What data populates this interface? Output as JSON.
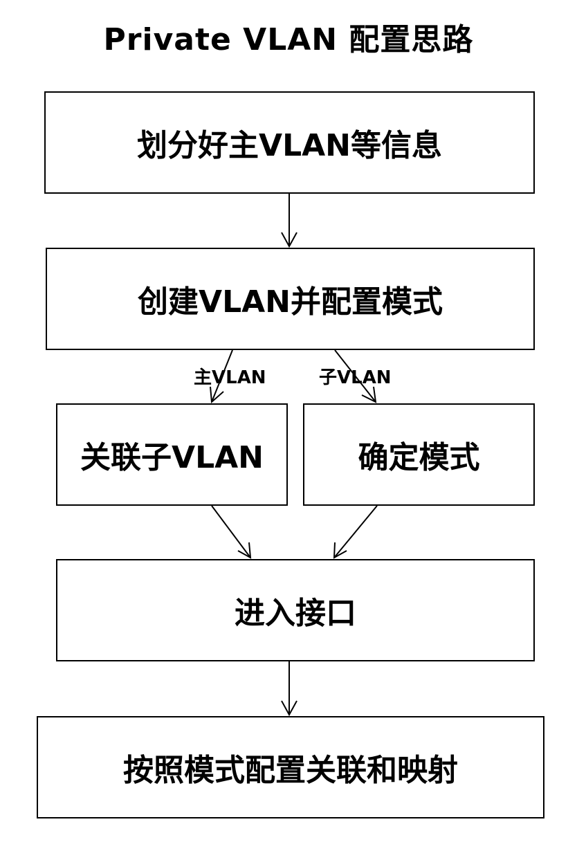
{
  "diagram": {
    "title": "Private VLAN 配置思路",
    "nodes": {
      "step1": "划分好主VLAN等信息",
      "step2": "创建VLAN并配置模式",
      "step3a": "关联子VLAN",
      "step3b": "确定模式",
      "step4": "进入接口",
      "step5": "按照模式配置关联和映射"
    },
    "edge_labels": {
      "primary": "主VLAN",
      "secondary": "子VLAN"
    },
    "colors": {
      "stroke": "#000000",
      "background": "#ffffff"
    }
  }
}
